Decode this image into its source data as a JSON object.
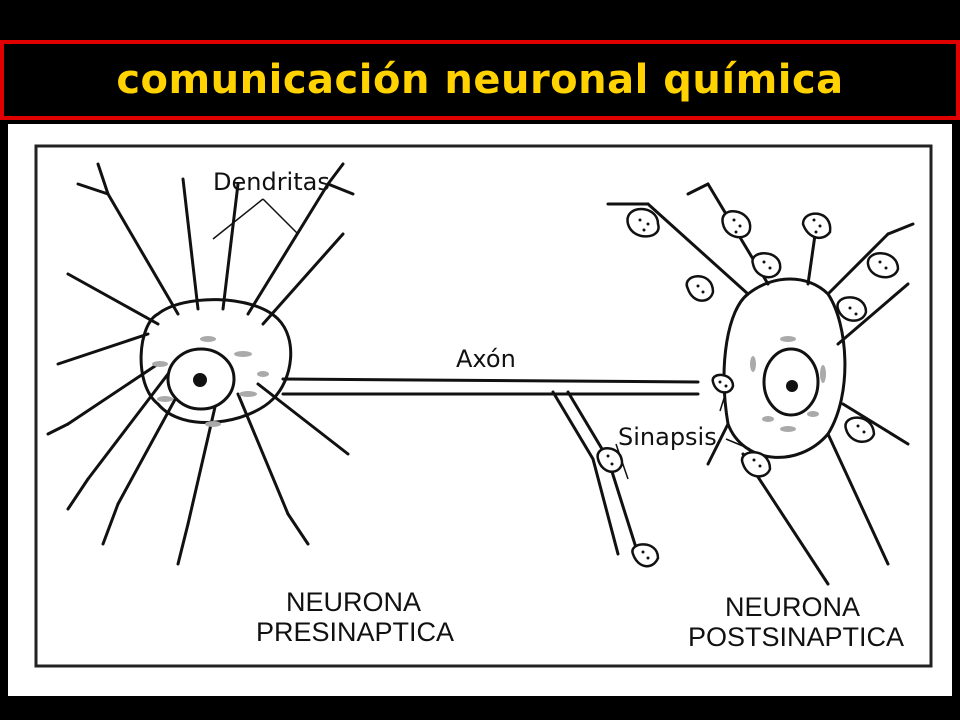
{
  "title": "comunicación neuronal química",
  "labels": {
    "dendritas": "Dendritas",
    "axon": "Axón",
    "sinapsis": "Sinapsis",
    "pre_line1": "NEURONA",
    "pre_line2": "PRESINAPTICA",
    "post_line1": "NEURONA",
    "post_line2": "POSTSINAPTICA"
  },
  "colors": {
    "title_text": "#ffd200",
    "title_border": "#e00000",
    "background": "#000000",
    "diagram_bg": "#ffffff"
  }
}
